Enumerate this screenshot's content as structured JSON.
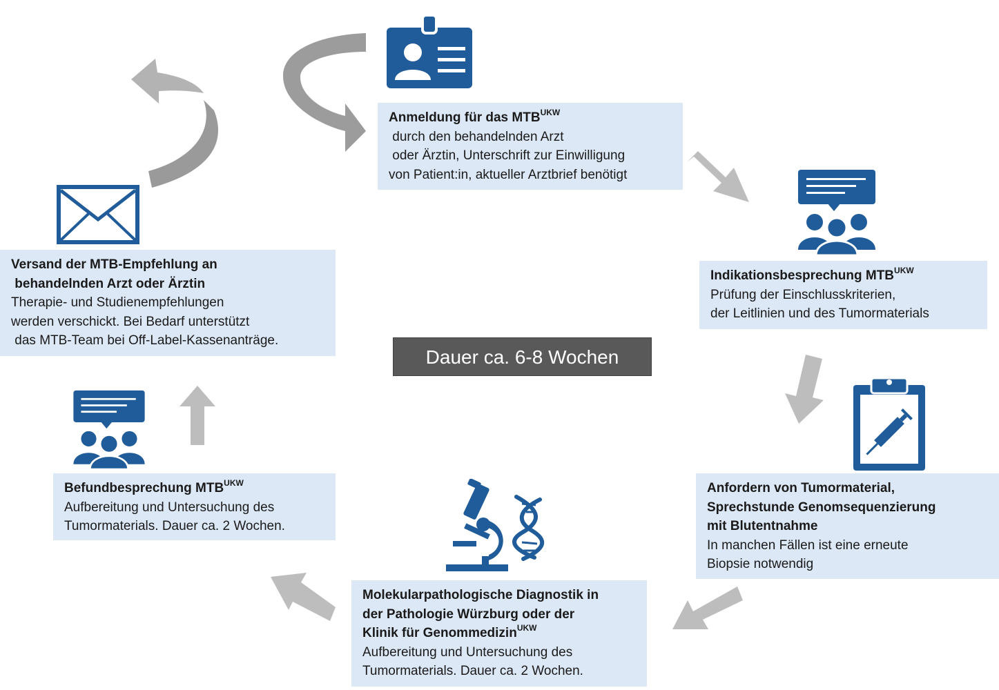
{
  "center_label": "Dauer ca. 6-8 Wochen",
  "colors": {
    "box_bg": "#dce8f6",
    "icon_blue": "#1f5c99",
    "arrow_gray": "#b8b8b8",
    "center_bg": "#595959"
  },
  "steps": [
    {
      "icon": "id-card-icon",
      "title_lines": [
        "Anmeldung für das MTB"
      ],
      "title_sup": "UKW",
      "body_lines": [
        " durch den behandelnden Arzt",
        " oder Ärztin, Unterschrift zur Einwilligung",
        "von Patient:in, aktueller Arztbrief benötigt"
      ]
    },
    {
      "icon": "team-discussion-icon",
      "title_lines": [
        "Indikationsbesprechung MTB"
      ],
      "title_sup": "UKW",
      "body_lines": [
        "Prüfung der Einschlusskriterien,",
        "der Leitlinien und des Tumormaterials"
      ]
    },
    {
      "icon": "clipboard-syringe-icon",
      "title_lines": [
        "Anfordern von Tumormaterial,",
        "Sprechstunde Genomsequenzierung",
        "mit Blutentnahme"
      ],
      "title_sup": "",
      "body_lines": [
        "In manchen Fällen ist eine erneute",
        "Biopsie notwendig"
      ]
    },
    {
      "icon": "microscope-dna-icon",
      "title_lines": [
        "Molekularpathologische Diagnostik in",
        "der Pathologie Würzburg oder der",
        "Klinik für Genommedizin"
      ],
      "title_sup": "UKW",
      "body_lines": [
        "Aufbereitung und Untersuchung des",
        "Tumormaterials. Dauer ca. 2 Wochen."
      ]
    },
    {
      "icon": "team-discussion-icon",
      "title_lines": [
        "Befundbesprechung MTB"
      ],
      "title_sup": "UKW",
      "body_lines": [
        "Aufbereitung und Untersuchung des",
        "Tumormaterials. Dauer ca. 2 Wochen."
      ]
    },
    {
      "icon": "envelope-icon",
      "title_lines": [
        "Versand der MTB-Empfehlung an",
        " behandelnden Arzt oder Ärztin"
      ],
      "title_sup": "",
      "body_lines": [
        "Therapie- und Studienempfehlungen",
        "werden verschickt. Bei Bedarf unterstützt",
        " das MTB-Team bei Off-Label-Kassenanträge."
      ]
    }
  ]
}
